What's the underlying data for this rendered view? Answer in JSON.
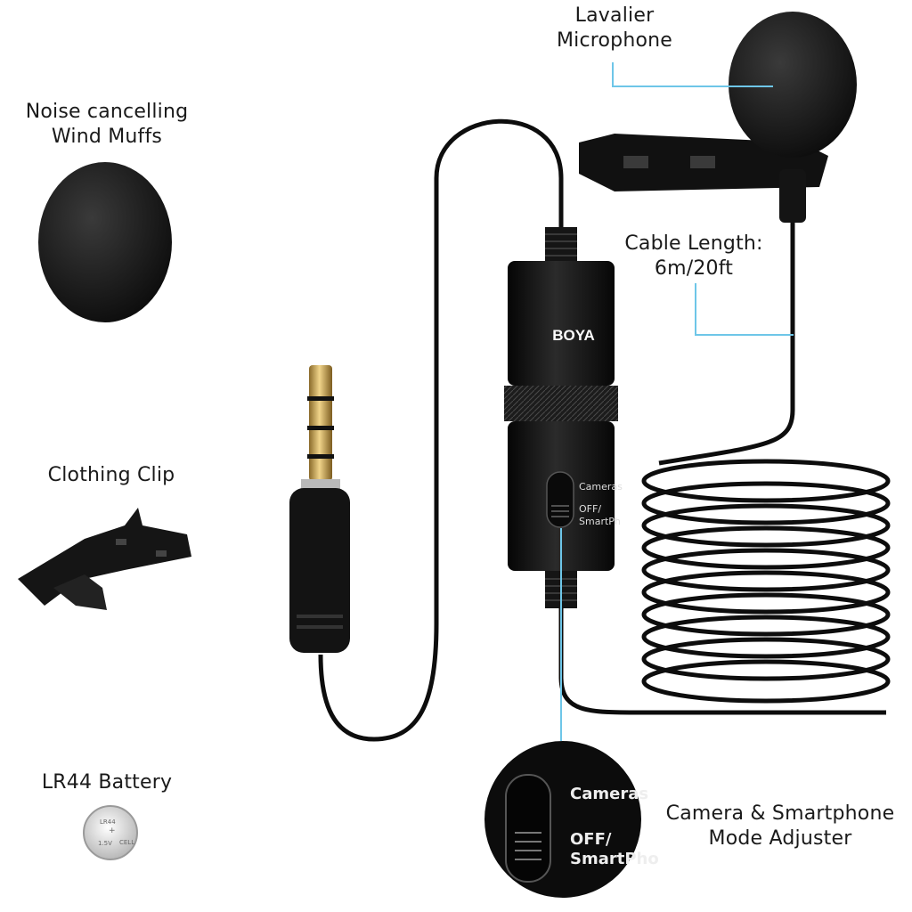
{
  "labels": {
    "lavalier": {
      "line1": "Lavalier",
      "line2": "Microphone"
    },
    "wind_muffs": {
      "line1": "Noise cancelling",
      "line2": "Wind Muffs"
    },
    "cable_length": {
      "line1": "Cable Length:",
      "line2": "6m/20ft"
    },
    "clothing_clip": {
      "line1": "Clothing Clip"
    },
    "battery": {
      "line1": "LR44 Battery"
    },
    "mode_adjuster": {
      "line1": "Camera & Smartphone",
      "line2": "Mode Adjuster"
    }
  },
  "product": {
    "brand": "BOYA",
    "switch_top": "Cameras",
    "switch_bottom_1": "OFF/",
    "switch_bottom_2": "SmartPh",
    "zoom_top": "Cameras",
    "zoom_bottom_1": "OFF/",
    "zoom_bottom_2": "SmartPho",
    "battery_text_1": "LR44",
    "battery_text_2": "1.5V",
    "battery_text_3": "CELL"
  },
  "colors": {
    "callout_line": "#6ec6e8",
    "product_black": "#111111",
    "text": "#1a1a1a",
    "gold": "#c9a24a"
  }
}
